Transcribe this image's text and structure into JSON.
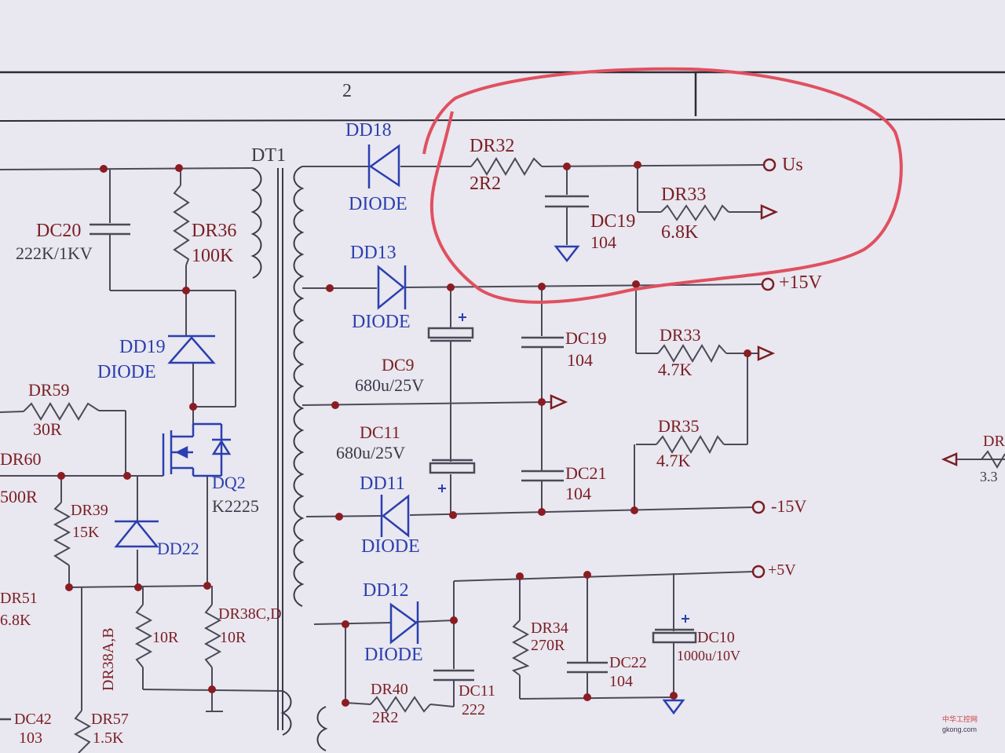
{
  "colors": {
    "paper": "#e9e7ef",
    "wire_ink": "#4a4a58",
    "transistor_ink": "#2a3fb0",
    "node_dot": "#8a1c22",
    "highlight_circle": "#e05060",
    "label_red": "#7a1e24",
    "label_blue": "#2a3fb0"
  },
  "header": {
    "column_number": "2"
  },
  "transformer": {
    "ref": "DT1"
  },
  "components": {
    "dd18": {
      "ref": "DD18",
      "value": "DIODE"
    },
    "dd13": {
      "ref": "DD13",
      "value": "DIODE"
    },
    "dd11": {
      "ref": "DD11",
      "value": "DIODE"
    },
    "dd12": {
      "ref": "DD12",
      "value": "DIODE"
    },
    "dd19": {
      "ref": "DD19",
      "value": "DIODE"
    },
    "dd22": {
      "ref": "DD22"
    },
    "dr32": {
      "ref": "DR32",
      "value": "2R2"
    },
    "dr33_top": {
      "ref": "DR33",
      "value": "6.8K"
    },
    "dr33_mid": {
      "ref": "DR33",
      "value": "4.7K"
    },
    "dr35": {
      "ref": "DR35",
      "value": "4.7K"
    },
    "dr36": {
      "ref": "DR36",
      "value": "100K"
    },
    "dr59": {
      "ref": "DR59",
      "value": "30R"
    },
    "dr60": {
      "ref": "DR60",
      "value": "500R"
    },
    "dr39": {
      "ref": "DR39",
      "value": "15K"
    },
    "dr51": {
      "ref": "DR51",
      "value": "6.8K"
    },
    "dr38ab": {
      "ref": "DR38A,B",
      "value": "10R"
    },
    "dr38cd": {
      "ref": "DR38C,D",
      "value": "10R"
    },
    "dr57": {
      "ref": "DR57",
      "value": "1.5K"
    },
    "dr34": {
      "ref": "DR34",
      "value": "270R"
    },
    "dr40": {
      "ref": "DR40",
      "value": "2R2"
    },
    "dc19_top": {
      "ref": "DC19",
      "value": "104"
    },
    "dc19_mid": {
      "ref": "DC19",
      "value": "104"
    },
    "dc20": {
      "ref": "DC20",
      "value": "222K/1KV"
    },
    "dc9": {
      "ref": "DC9",
      "value": "680u/25V"
    },
    "dc11_big": {
      "ref": "DC11",
      "value": "680u/25V"
    },
    "dc21": {
      "ref": "DC21",
      "value": "104"
    },
    "dc22": {
      "ref": "DC22",
      "value": "104"
    },
    "dc10": {
      "ref": "DC10",
      "value": "1000u/10V"
    },
    "dc11_small": {
      "ref": "DC11",
      "value": "222"
    },
    "dc42": {
      "ref": "DC42",
      "value": "103"
    },
    "dq2": {
      "ref": "DQ2",
      "value": "K2225"
    },
    "edge_right": {
      "ref": "DR",
      "value": "3.3"
    }
  },
  "nets": {
    "us": "Us",
    "p15v": "+15V",
    "m15v": "-15V",
    "p5v": "+5V"
  },
  "watermark": {
    "line1": "中华工控网",
    "line2": "gkong.com"
  }
}
